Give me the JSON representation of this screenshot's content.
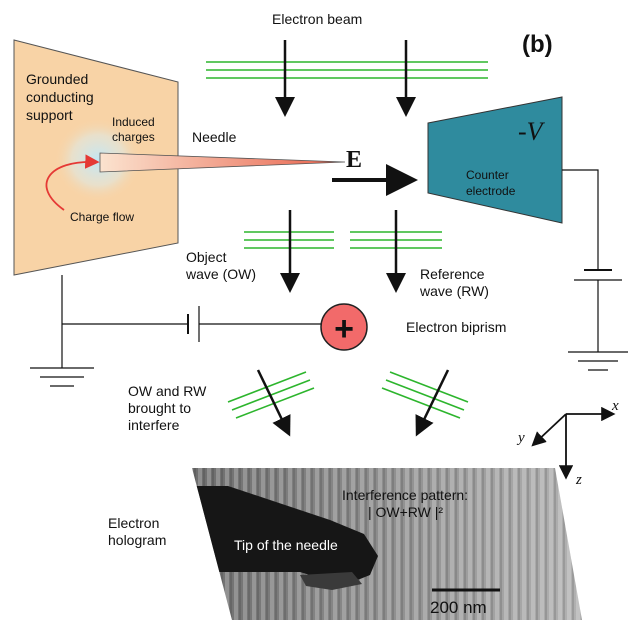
{
  "panel_label": "(b)",
  "labels": {
    "electron_beam": "Electron beam",
    "grounded_support": [
      "Grounded",
      "conducting",
      "support"
    ],
    "induced_charges": [
      "Induced",
      "charges"
    ],
    "charge_flow": "Charge flow",
    "needle": "Needle",
    "field": "E",
    "voltage": "-V",
    "counter_electrode": [
      "Counter",
      "electrode"
    ],
    "object_wave": [
      "Object",
      "wave (OW)"
    ],
    "reference_wave": [
      "Reference",
      "wave (RW)"
    ],
    "electron_biprism": "Electron biprism",
    "biprism_symbol": "+",
    "ow_rw_interfere": [
      "OW and RW",
      "brought to",
      "interfere"
    ],
    "electron_hologram": [
      "Electron",
      "hologram"
    ],
    "interference_pattern": [
      "Interference pattern:",
      "| OW+RW |²"
    ],
    "tip_of_needle": "Tip of the needle",
    "scale_bar": "200 nm",
    "axis_x": "x",
    "axis_y": "y",
    "axis_z": "z"
  },
  "colors": {
    "support_fill": "#f8d3a6",
    "electrode_fill": "#2f8b9e",
    "biprism_fill": "#f26a6a",
    "wavefront": "#2db52d",
    "charge_flow_arrow": "#e53935",
    "needle_base": "#fbe3cf",
    "needle_tip": "#e8604a"
  }
}
